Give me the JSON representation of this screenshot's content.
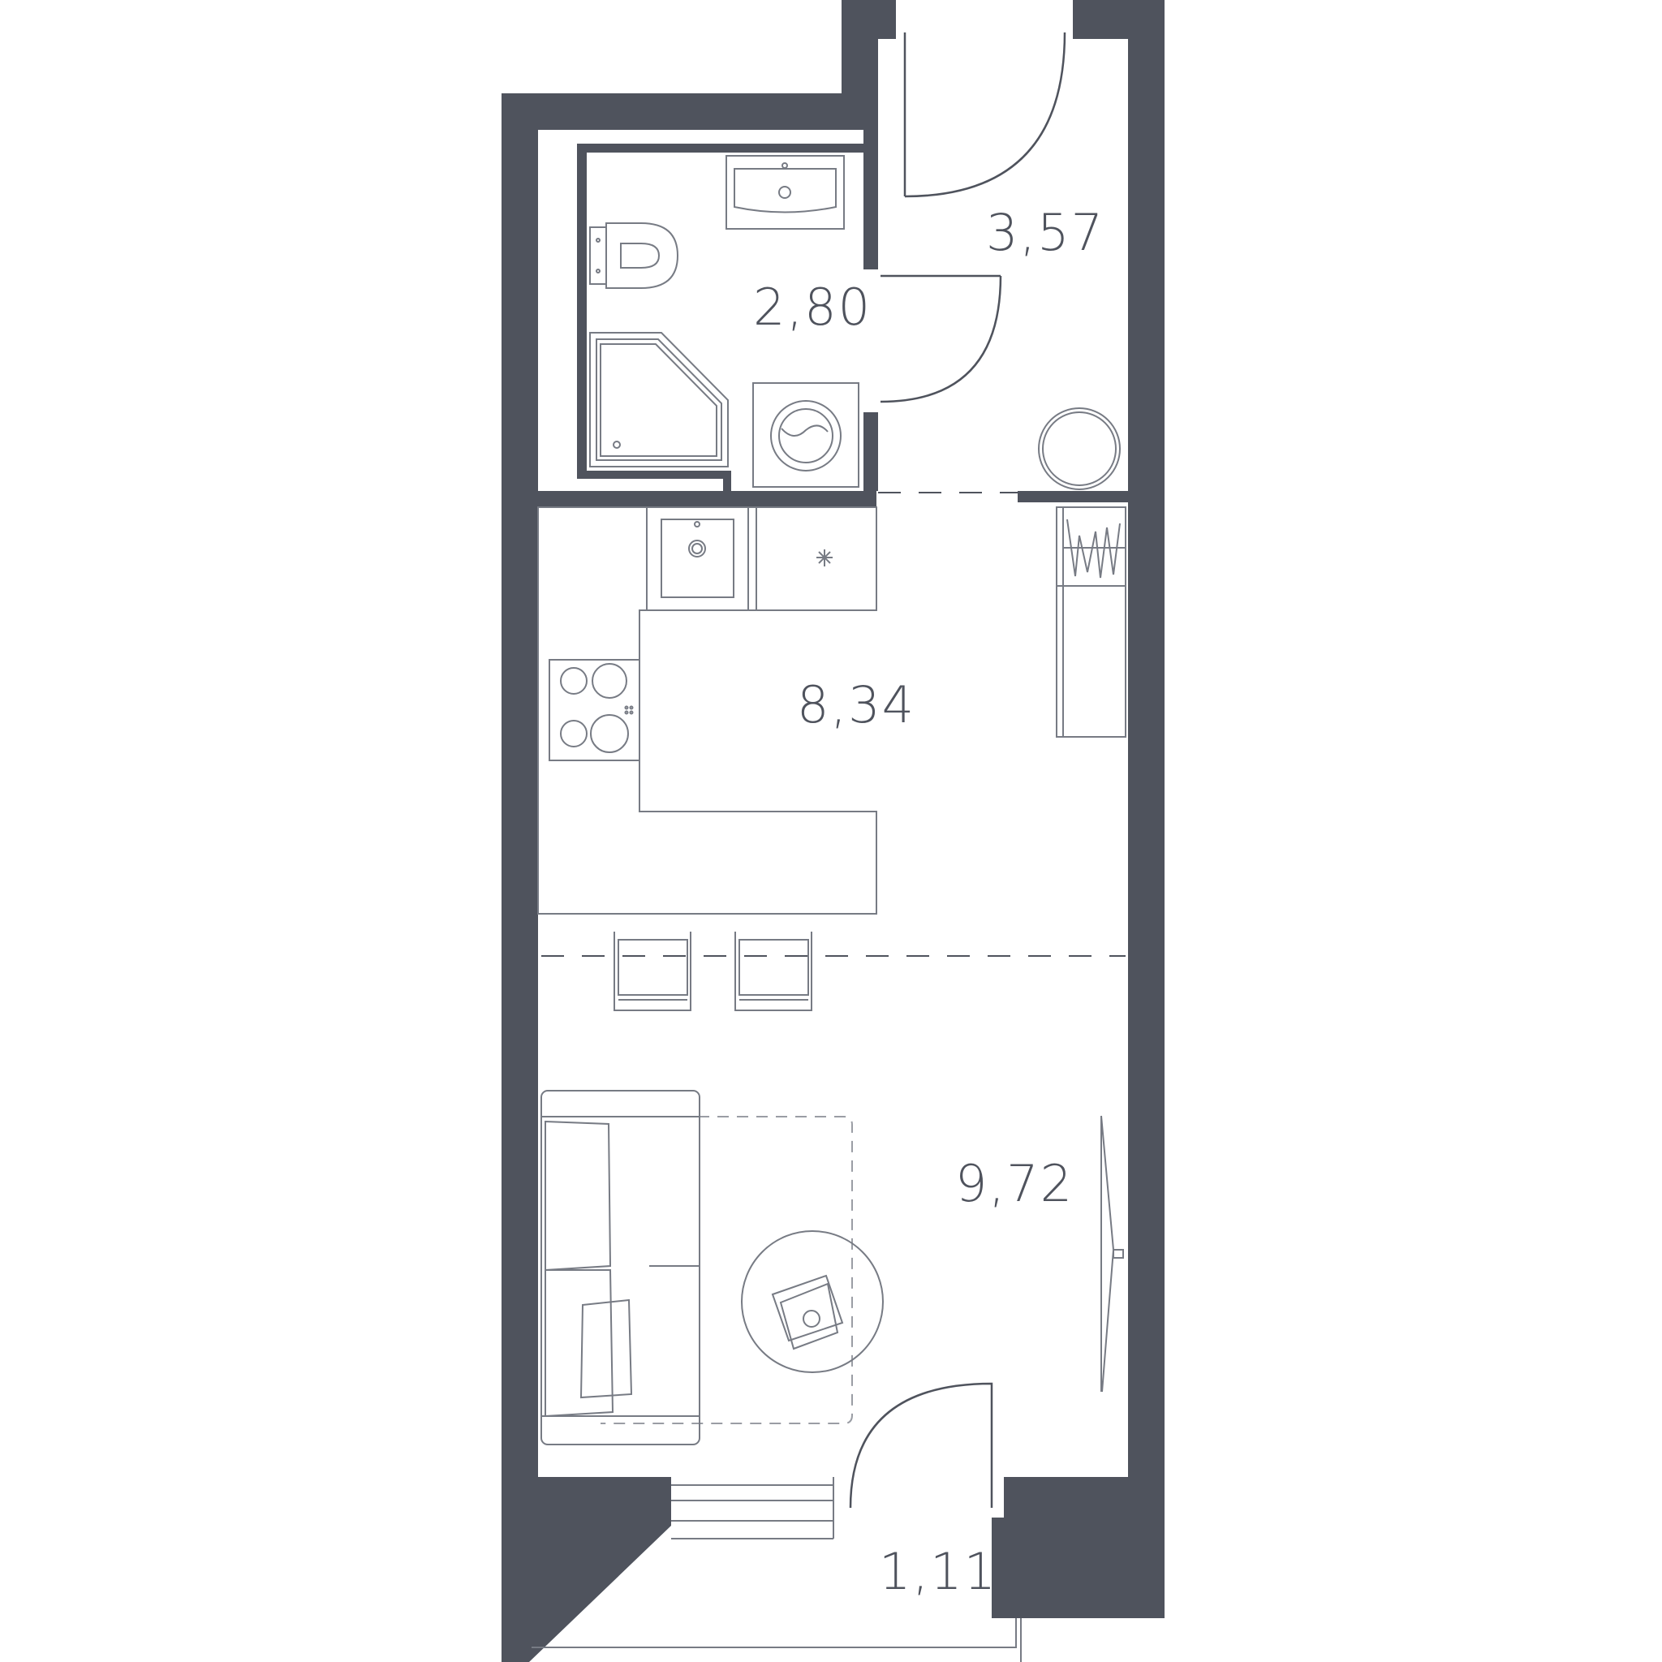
{
  "floor_plan": {
    "rooms": [
      {
        "id": "bathroom",
        "area": "2,80"
      },
      {
        "id": "hallway",
        "area": "3,57"
      },
      {
        "id": "kitchen",
        "area": "8,34"
      },
      {
        "id": "living",
        "area": "9,72"
      },
      {
        "id": "balcony",
        "area": "1,11"
      }
    ],
    "colors": {
      "wall": "#4f535d",
      "line": "#777b84",
      "background": "#ffffff"
    }
  }
}
